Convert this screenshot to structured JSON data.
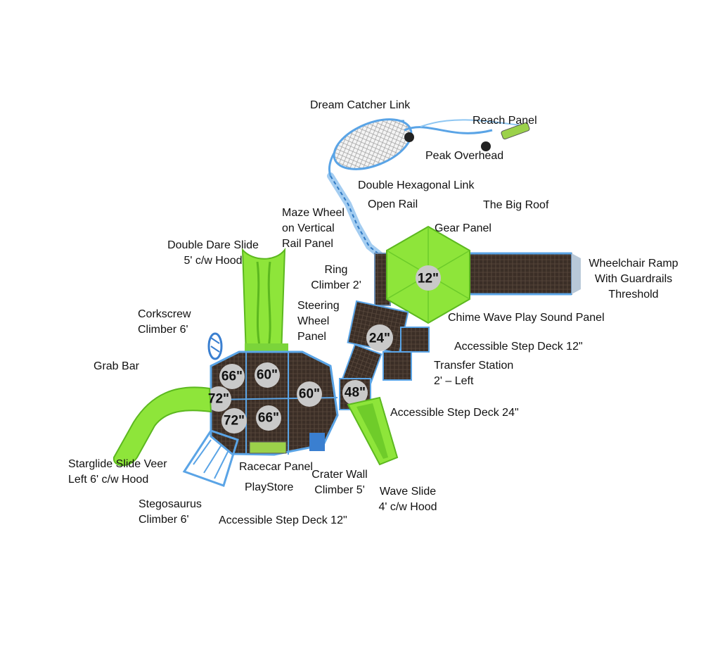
{
  "labels": {
    "dream_catcher_link": "Dream Catcher Link",
    "reach_panel": "Reach Panel",
    "peak_overhead": "Peak Overhead",
    "double_hexagonal_link": "Double Hexagonal Link",
    "open_rail": "Open Rail",
    "the_big_roof": "The Big Roof",
    "maze_wheel": "Maze Wheel\non Vertical\nRail Panel",
    "gear_panel": "Gear Panel",
    "double_dare_slide": "Double Dare Slide\n5' c/w Hood",
    "ring_climber": "Ring\nClimber 2'",
    "wheelchair_ramp": "Wheelchair Ramp\nWith Guardrails\nThreshold",
    "steering_wheel_panel": "Steering\nWheel\nPanel",
    "chime_wave": "Chime Wave Play Sound Panel",
    "corkscrew_climber": "Corkscrew\nClimber 6'",
    "accessible_step_deck_12_right": "Accessible Step Deck 12\"",
    "grab_bar": "Grab Bar",
    "transfer_station": "Transfer Station\n2' – Left",
    "accessible_step_deck_24": "Accessible Step Deck 24\"",
    "starglide_slide": "Starglide Slide Veer\nLeft 6' c/w Hood",
    "racecar_panel": "Racecar Panel",
    "crater_wall": "Crater Wall\nClimber 5'",
    "playstore": "PlayStore",
    "wave_slide": "Wave Slide\n4' c/w Hood",
    "stegosaurus_climber": "Stegosaurus\nClimber 6'",
    "accessible_step_deck_12_bottom": "Accessible Step Deck 12\""
  },
  "decks": {
    "roof_deck": "12\"",
    "deck_24": "24\"",
    "deck_48": "48\"",
    "deck_60_right": "60\"",
    "deck_60_top": "60\"",
    "deck_66_top": "66\"",
    "deck_66_bottom": "66\"",
    "deck_72_left": "72\"",
    "deck_72_bottom": "72\""
  },
  "colors": {
    "lime": "#8ee53a",
    "lime_dark": "#5cb81f",
    "deck_brown": "#3b2e26",
    "blue": "#5aa4e6",
    "grey_circle": "#c9c9c9"
  },
  "icons": {
    "reach_panel": "reach-panel-icon",
    "peak_overhead": "peak-overhead-icon"
  }
}
